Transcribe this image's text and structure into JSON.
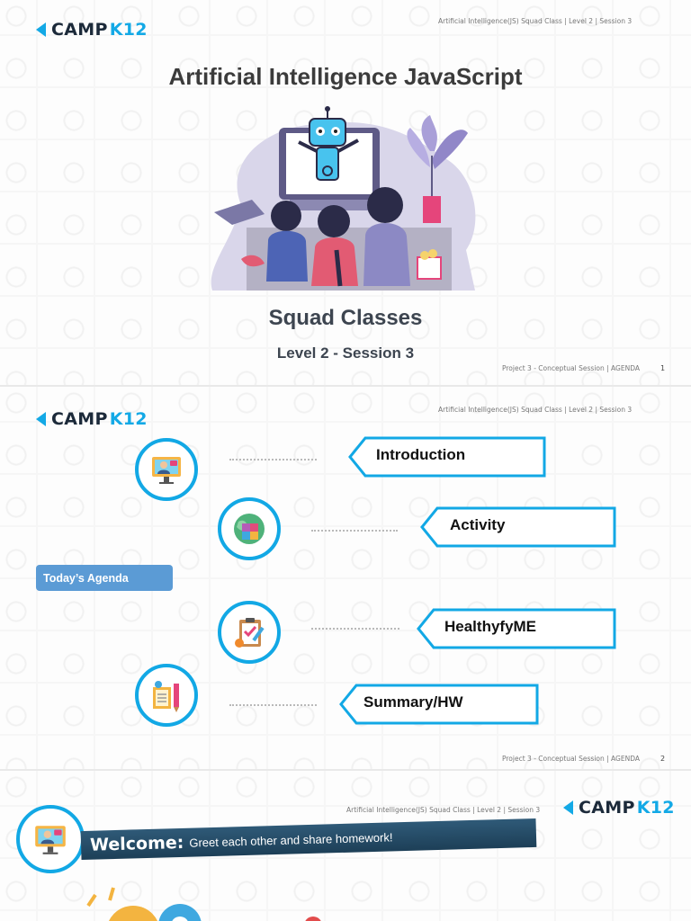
{
  "header": {
    "logo_text_a": "CAMP",
    "logo_text_b": "K12",
    "course_line": "Artificial Intelligence(JS) Squad Class | Level 2 | Session 3"
  },
  "slide1": {
    "title": "Artificial Intelligence JavaScript",
    "subtitle": "Squad Classes",
    "level_session": "Level 2  - Session 3",
    "footer": "Project 3 - Conceptual Session | AGENDA",
    "page": "1"
  },
  "slide2": {
    "agenda_label": "Today’s Agenda",
    "items": [
      {
        "label": "Introduction",
        "icon": "presenter-screen-icon"
      },
      {
        "label": "Activity",
        "icon": "puzzle-globe-icon"
      },
      {
        "label": "HealthyfyME",
        "icon": "clipboard-health-icon"
      },
      {
        "label": "Summary/HW",
        "icon": "book-pencil-icon"
      }
    ],
    "footer": "Project 3 - Conceptual Session | AGENDA",
    "page": "2"
  },
  "slide3": {
    "welcome_bold": "Welcome:",
    "welcome_text": "Greet each other and share homework!"
  },
  "colors": {
    "accent": "#12a8e5",
    "agenda_tag": "#5b9bd5",
    "banner": "#24485f"
  }
}
